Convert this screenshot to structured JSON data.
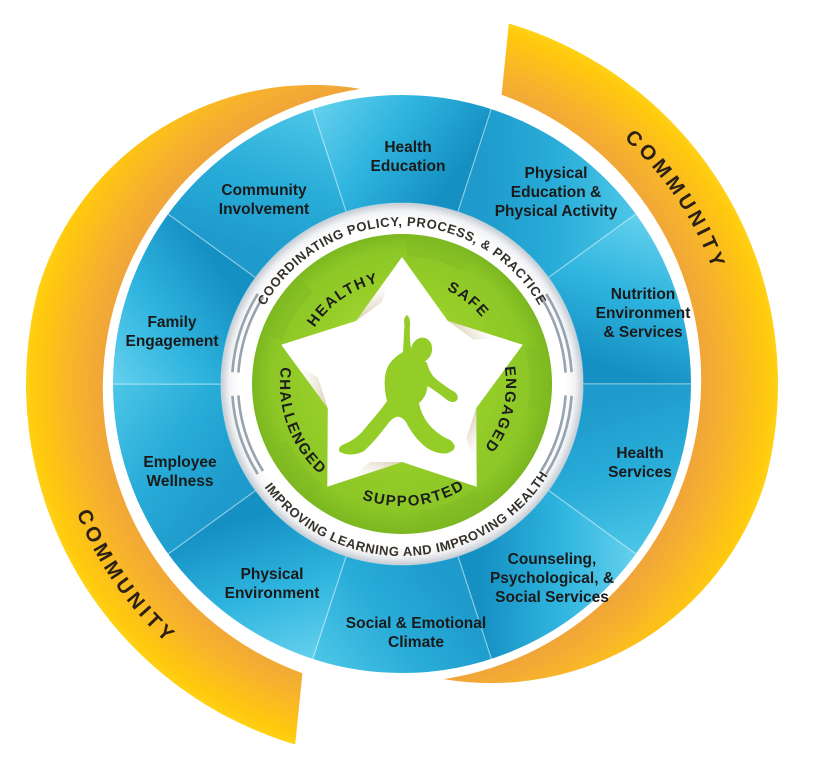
{
  "outer_ring": {
    "community_top": "COMMUNITY",
    "community_bottom": "COMMUNITY"
  },
  "coordination_ring": {
    "top_text": "COORDINATING POLICY, PROCESS, & PRACTICE",
    "bottom_text": "IMPROVING LEARNING AND IMPROVING HEALTH"
  },
  "center": {
    "tenets": {
      "healthy": "HEALTHY",
      "safe": "SAFE",
      "engaged": "ENGAGED",
      "supported": "SUPPORTED",
      "challenged": "CHALLENGED"
    }
  },
  "segments": [
    {
      "id": "health-education",
      "lines": [
        "Health",
        "Education"
      ]
    },
    {
      "id": "physical-education-physical-activity",
      "lines": [
        "Physical",
        "Education &",
        "Physical Activity"
      ]
    },
    {
      "id": "nutrition-environment-services",
      "lines": [
        "Nutrition",
        "Environment",
        "& Services"
      ]
    },
    {
      "id": "health-services",
      "lines": [
        "Health",
        "Services"
      ]
    },
    {
      "id": "counseling-psychological-social-services",
      "lines": [
        "Counseling,",
        "Psychological, &",
        "Social Services"
      ]
    },
    {
      "id": "social-emotional-climate",
      "lines": [
        "Social & Emotional",
        "Climate"
      ]
    },
    {
      "id": "physical-environment",
      "lines": [
        "Physical",
        "Environment"
      ]
    },
    {
      "id": "employee-wellness",
      "lines": [
        "Employee",
        "Wellness"
      ]
    },
    {
      "id": "family-engagement",
      "lines": [
        "Family",
        "Engagement"
      ]
    },
    {
      "id": "community-involvement",
      "lines": [
        "Community",
        "Involvement"
      ]
    }
  ],
  "colors": {
    "community_yellow_outer": "#FFC90D",
    "community_yellow_mid": "#F7B42B",
    "community_orange_inner": "#EFA43B",
    "wedge_light": "#69D2EE",
    "wedge_mid": "#2FB5DF",
    "wedge_dark": "#1590C3",
    "wedge_light2": "#4FC8E8",
    "wedge_mid2": "#28ACD8",
    "wedge_dark2": "#1E9BCC",
    "green_center": "#97CE29",
    "green_light": "#AADF45",
    "green_dark": "#79B51F",
    "ring_line_gray": "#97A3AF",
    "label_dark": "#1A1A1A"
  }
}
